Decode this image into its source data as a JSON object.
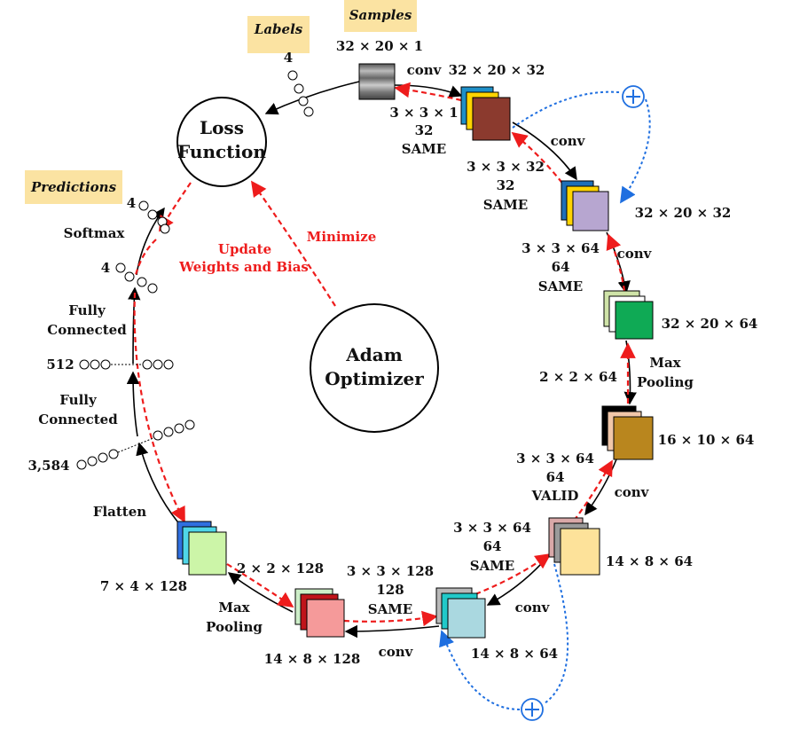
{
  "labels_tag": "Labels",
  "samples_tag": "Samples",
  "predictions_tag": "Predictions",
  "loss_function": [
    "Loss",
    "Function"
  ],
  "optimizer": [
    "Adam",
    "Optimizer"
  ],
  "minimize": "Minimize",
  "update": [
    "Update",
    "Weights and Bias"
  ],
  "labels_count": "4",
  "pred_count": "4",
  "fc_count": "4",
  "softmax": "Softmax",
  "fc1": [
    "Fully",
    "Connected"
  ],
  "fc2": [
    "Fully",
    "Connected"
  ],
  "n512": "512",
  "n3584": "3,584",
  "flatten": "Flatten",
  "dims": {
    "input": "32 × 20 × 1",
    "c1": "32 × 20 × 32",
    "c2": "32 × 20 × 32",
    "c3": "32 × 20 × 64",
    "p1": "16 × 10 × 64",
    "c4": "14 × 8 × 64",
    "c5": "14 × 8 × 64",
    "c6": "14 × 8 × 128",
    "p2": "7 × 4 × 128"
  },
  "ops": {
    "conv": "conv",
    "maxpool": [
      "Max",
      "Pooling"
    ],
    "k1": [
      "3 × 3 × 1",
      "32",
      "SAME"
    ],
    "k2": [
      "3 × 3 × 32",
      "32",
      "SAME"
    ],
    "k3": [
      "3 × 3 × 64",
      "64",
      "SAME"
    ],
    "pool1": "2 × 2 × 64",
    "k4": [
      "3 × 3 × 64",
      "64",
      "VALID"
    ],
    "k5": [
      "3 × 3 × 64",
      "64",
      "SAME"
    ],
    "k6": [
      "3 × 3 × 128",
      "128",
      "SAME"
    ],
    "pool2": "2 × 2 × 128"
  },
  "plus": "+",
  "colors": {
    "forward": "#000000",
    "backward": "#ee1c1c",
    "residual": "#1f6fe0",
    "tag": "#fbe3a2"
  }
}
